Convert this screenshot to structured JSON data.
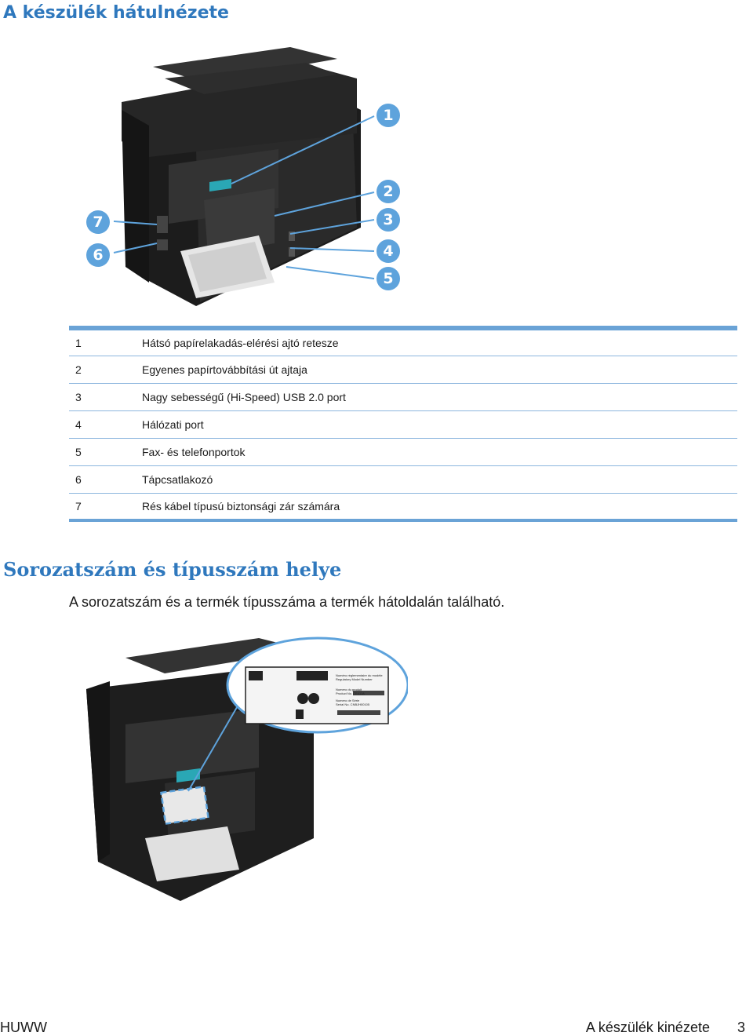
{
  "section1": {
    "title": "A készülék hátulnézete"
  },
  "callouts": [
    "1",
    "2",
    "3",
    "4",
    "5",
    "6",
    "7"
  ],
  "parts": [
    {
      "num": "1",
      "desc": "Hátsó papírelakadás-elérési ajtó retesze"
    },
    {
      "num": "2",
      "desc": "Egyenes papírtovábbítási út ajtaja"
    },
    {
      "num": "3",
      "desc": "Nagy sebességű (Hi-Speed) USB 2.0 port"
    },
    {
      "num": "4",
      "desc": "Hálózati port"
    },
    {
      "num": "5",
      "desc": "Fax- és telefonportok"
    },
    {
      "num": "6",
      "desc": "Tápcsatlakozó"
    },
    {
      "num": "7",
      "desc": "Rés kábel típusú biztonsági zár számára"
    }
  ],
  "section2": {
    "title": "Sorozatszám és típusszám helye",
    "intro": "A sorozatszám és a termék típusszáma a termék hátoldalán található."
  },
  "label": {
    "line1": "Numéro réglementaire du modèle",
    "line2": "Regulatory Model Number",
    "line3": "Numero du produit",
    "line4": "Product No. CE411A",
    "line5": "Numero de Série",
    "line6": "Serial No. CNBJH00105"
  },
  "footer": {
    "left": "HUWW",
    "right": "A készülék kinézete",
    "page": "3"
  },
  "colors": {
    "accent": "#2f78bd",
    "callout": "#5ea3dc",
    "rule": "#6aa3d6",
    "printer": "#232323"
  }
}
